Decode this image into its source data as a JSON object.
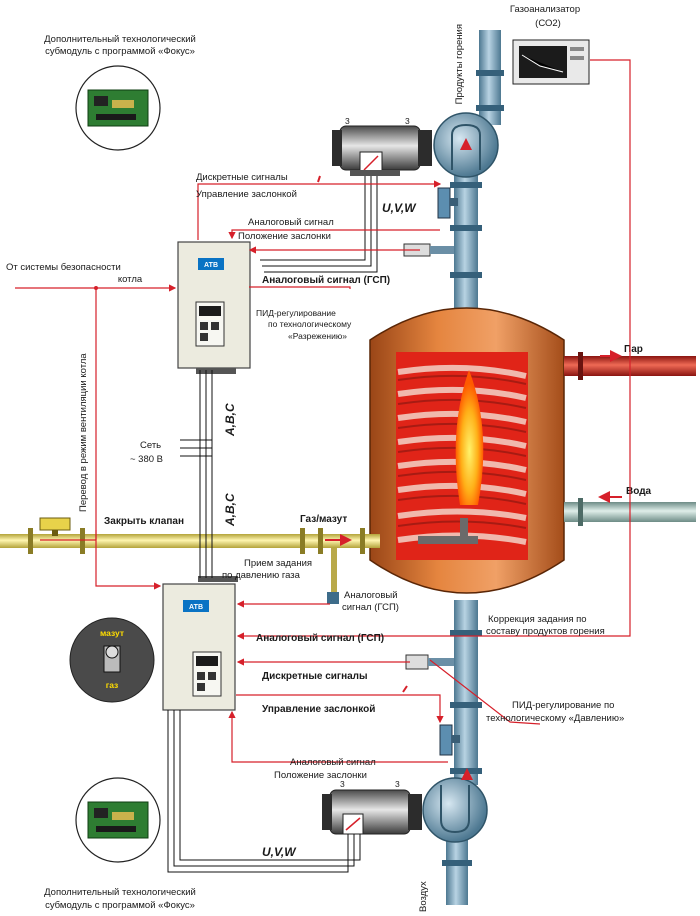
{
  "labels": {
    "top_left_caption_1": "Дополнительный технологический",
    "top_left_caption_2": "субмодуль с программой «Фокус»",
    "bottom_left_caption_1": "Дополнительный технологический",
    "bottom_left_caption_2": "субмодуль с программой «Фокус»",
    "gas_analyzer_1": "Газоанализатор",
    "gas_analyzer_2": "(СО2)",
    "combustion_products": "Продукты горения",
    "discrete_signals_top": "Дискретные сигналы",
    "damper_control_top": "Управление заслонкой",
    "analog_signal_top": "Аналоговый сигнал",
    "damper_position_top": "Положение заслонки",
    "analog_signal_gsp_top": "Аналоговый сигнал (ГСП)",
    "pid_vacuum_1": "ПИД-регулирование",
    "pid_vacuum_2": "по технологическому",
    "pid_vacuum_3": "«Разрежению»",
    "uvw_top": "U,V,W",
    "from_safety_1": "От системы безопасности",
    "from_safety_2": "котла",
    "boiler_vent_mode": "Перевод в режим вентиляции котла",
    "abc_top": "A,B,C",
    "abc_bottom": "A,B,C",
    "supply_1": "Сеть",
    "supply_2": "~ 380 В",
    "close_valve": "Закрыть клапан",
    "gas_fuel_oil": "Газ/мазут",
    "gas_pressure_setpoint_1": "Прием задания",
    "gas_pressure_setpoint_2": "по давлению газа",
    "analog_signal_gsp_gas": "Аналоговый",
    "analog_signal_gsp_gas_2": "сигнал (ГСП)",
    "steam": "Пар",
    "water": "Вода",
    "correction_1": "Коррекция задания по",
    "correction_2": "составу продуктов горения",
    "analog_signal_gsp_bottom": "Аналоговый сигнал (ГСП)",
    "discrete_signals_bottom": "Дискретные сигналы",
    "damper_control_bottom": "Управление заслонкой",
    "pid_pressure_1": "ПИД-регулирование по",
    "pid_pressure_2": "технологическому «Давлению»",
    "analog_signal_bottom": "Аналоговый сигнал",
    "damper_position_bottom": "Положение заслонки",
    "uvw_bottom": "U,V,W",
    "air": "Воздух",
    "switch_fuel_oil": "мазут",
    "switch_gas": "газ",
    "vfd_brand_top": "АТВ",
    "vfd_brand_bottom": "АТВ"
  },
  "colors": {
    "signal_line": "#d6202a",
    "pipe_blue": "#8fb3c9",
    "pipe_blue_dark": "#4d7891",
    "boiler_orange": "#e5853f",
    "boiler_dark": "#b35a1e",
    "furnace_red": "#e02418",
    "gas_pipe": "#f0e27a",
    "cabinet": "#ecebdf",
    "screen_blue": "#0a73c4"
  }
}
